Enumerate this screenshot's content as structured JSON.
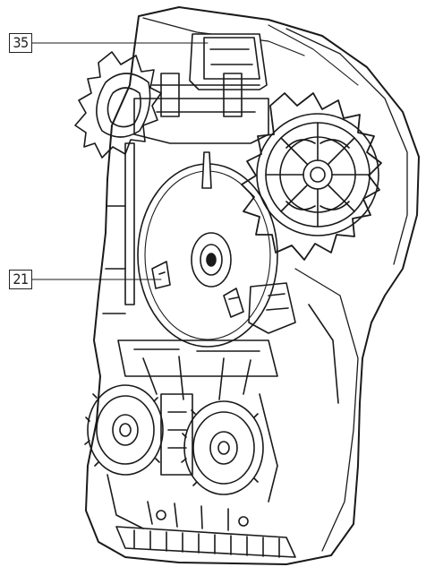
{
  "figure": {
    "callouts": [
      {
        "id": "35",
        "label": "35"
      },
      {
        "id": "21",
        "label": "21"
      }
    ]
  }
}
